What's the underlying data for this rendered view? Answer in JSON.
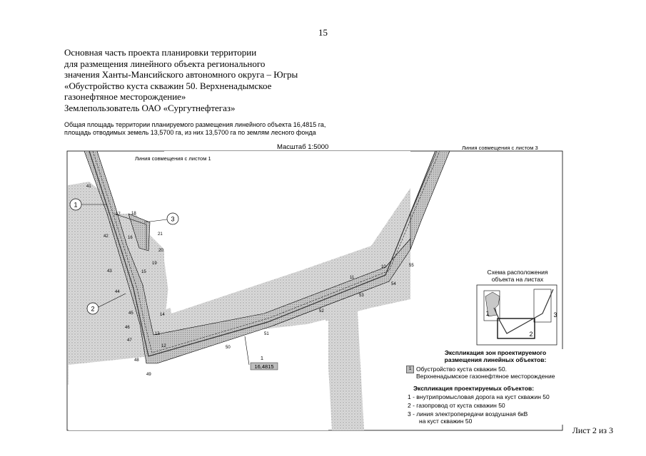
{
  "page_number": "15",
  "header": {
    "lines": [
      "Основная часть проекта планировки территории",
      "для размещения линейного объекта регионального",
      "значения Ханты-Мансийского автономного округа – Югры",
      "«Обустройство куста скважин 50. Верхненадымское",
      "газонефтяное месторождение»",
      "Землепользователь ОАО «Сургутнефтегаз»"
    ]
  },
  "area_note": {
    "line1": "Общая площадь территории планируемого размещения линейного объекта 16,4815 га,",
    "line2": "площадь отводимых земель 13,5700 га, из них 13,5700 га по землям лесного фонда"
  },
  "map": {
    "scale": "Масштаб 1:5000",
    "join_sheet_1": "Линия совмещения с листом 1",
    "join_sheet_3": "Линия совмещения с листом 3",
    "zone_label": {
      "num": "1",
      "area": "16,4815"
    },
    "callouts": [
      "1",
      "2",
      "3"
    ],
    "points": [
      "41",
      "42",
      "43",
      "44",
      "45",
      "46",
      "47",
      "48",
      "49",
      "17",
      "16",
      "15",
      "14",
      "13",
      "12",
      "18",
      "19",
      "20",
      "21",
      "50",
      "51",
      "52",
      "53",
      "54",
      "55",
      "10",
      "11"
    ],
    "colors": {
      "forest": "#cfcfcf",
      "zone": "#bcbcbc",
      "route": "#333333"
    }
  },
  "key_map": {
    "title_l1": "Схема расположения",
    "title_l2": "объекта на листах",
    "labels": [
      "1",
      "2",
      "3"
    ]
  },
  "legend": {
    "zones_title_l1": "Экспликация зон проектируемого",
    "zones_title_l2": "размещения линейных объектов:",
    "zone_item_num": "1",
    "zone_item_l1": "Обустройство куста скважин 50.",
    "zone_item_l2": "Верхненадымское газонефтяное месторождение",
    "objects_title": "Экспликация проектируемых объектов:",
    "objects": [
      "1 - внутрипромысловая дорога на куст скважин 50",
      "2 - газопровод от куста скважин 50",
      "3 - линия электропередачи воздушная 6кВ"
    ],
    "object3_cont": "на куст скважин 50"
  },
  "sheet_label": "Лист 2 из 3"
}
